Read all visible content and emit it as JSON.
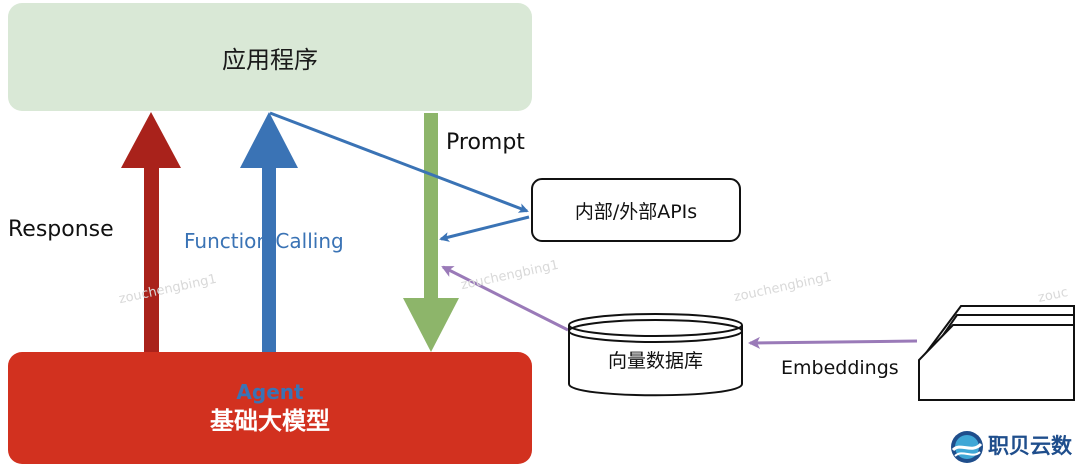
{
  "nodes": {
    "application": "应用程序",
    "agent": "Agent",
    "foundation_model": "基础大模型",
    "apis": "内部/外部APIs",
    "vector_db": "向量数据库"
  },
  "edges": {
    "response": "Response",
    "function_calling": "Function Calling",
    "prompt": "Prompt",
    "embeddings": "Embeddings"
  },
  "watermarks": [
    "zouchengbing1",
    "zouchengbing1",
    "zouchengbing1",
    "zouc"
  ],
  "brand": {
    "name": "职贝云数"
  },
  "colors": {
    "app_box": "#d9e8d6",
    "model_box": "#d2311f",
    "response_arrow": "#a9221b",
    "function_arrow": "#3a73b5",
    "prompt_arrow": "#8db56a",
    "embedding_arrow": "#9a7ab8"
  }
}
